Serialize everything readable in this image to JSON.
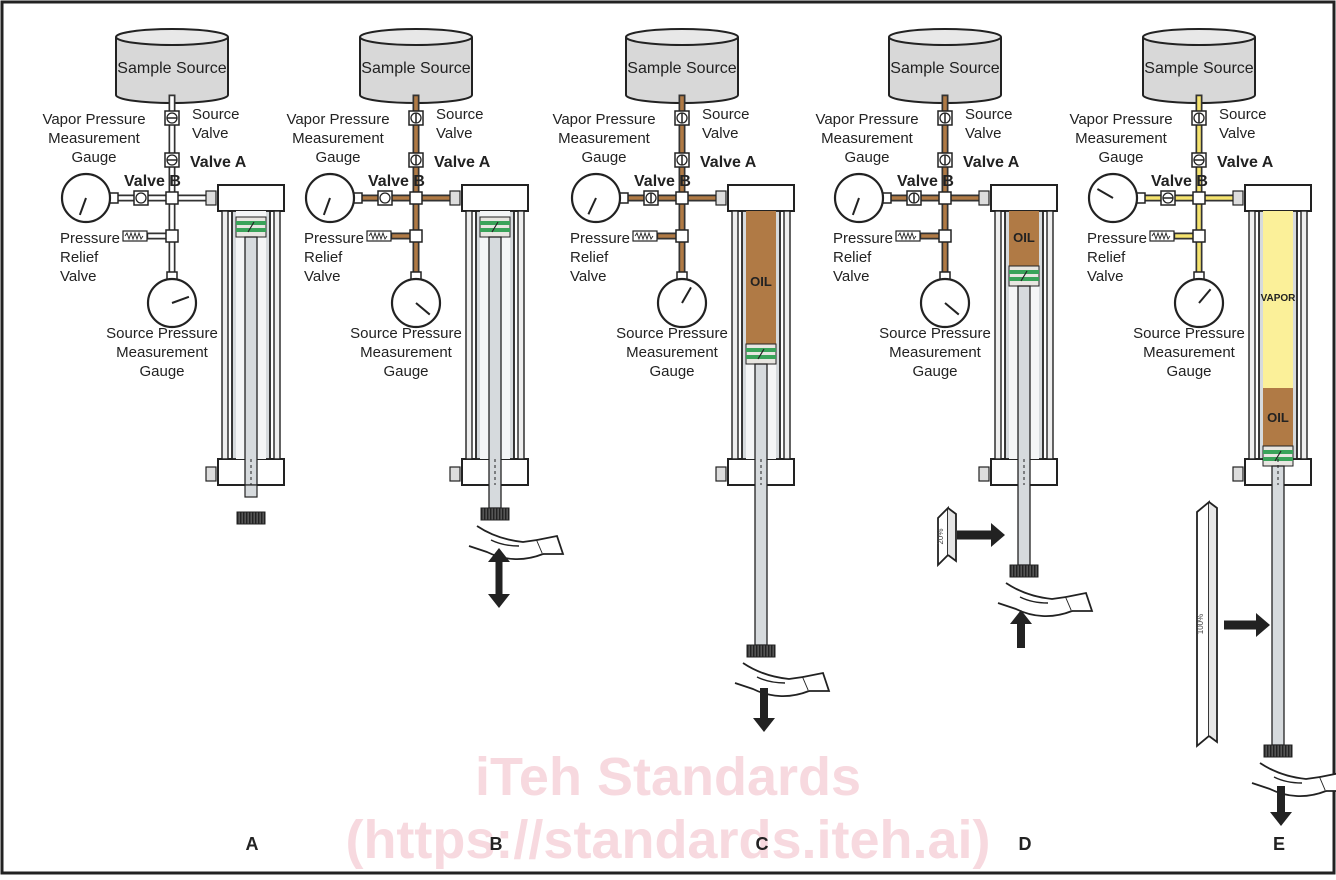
{
  "labels": {
    "sample_source": "Sample Source",
    "source_valve": [
      "Source",
      "Valve"
    ],
    "vapor_gauge": [
      "Vapor Pressure",
      "Measurement",
      "Gauge"
    ],
    "valve_a": "Valve A",
    "valve_b": "Valve B",
    "relief_valve": [
      "Pressure",
      "Relief",
      "Valve"
    ],
    "source_gauge": [
      "Source Pressure",
      "Measurement",
      "Gauge"
    ],
    "oil": "OIL",
    "vapor": "VAPOR",
    "scale_20": "20%",
    "scale_100": "100%"
  },
  "panels": [
    {
      "letter": "A",
      "fill_color": "#ffffff"
    },
    {
      "letter": "B",
      "fill_color": "#b07a45"
    },
    {
      "letter": "C",
      "fill_color": "#b07a45"
    },
    {
      "letter": "D",
      "fill_color": "#b07a45"
    },
    {
      "letter": "E",
      "fill_color": "#f5e36e"
    }
  ],
  "watermark": [
    "iTeh Standards",
    "(https://standards.iteh.ai)"
  ],
  "colors": {
    "oil": "#b07a45",
    "vapor": "#fbf099",
    "vapor_line": "#f5e36e",
    "piston_green": "#3aa35a",
    "barrel": "#d6dadd",
    "tank": "#d8d8d8",
    "watermark": "#f7d9df"
  }
}
